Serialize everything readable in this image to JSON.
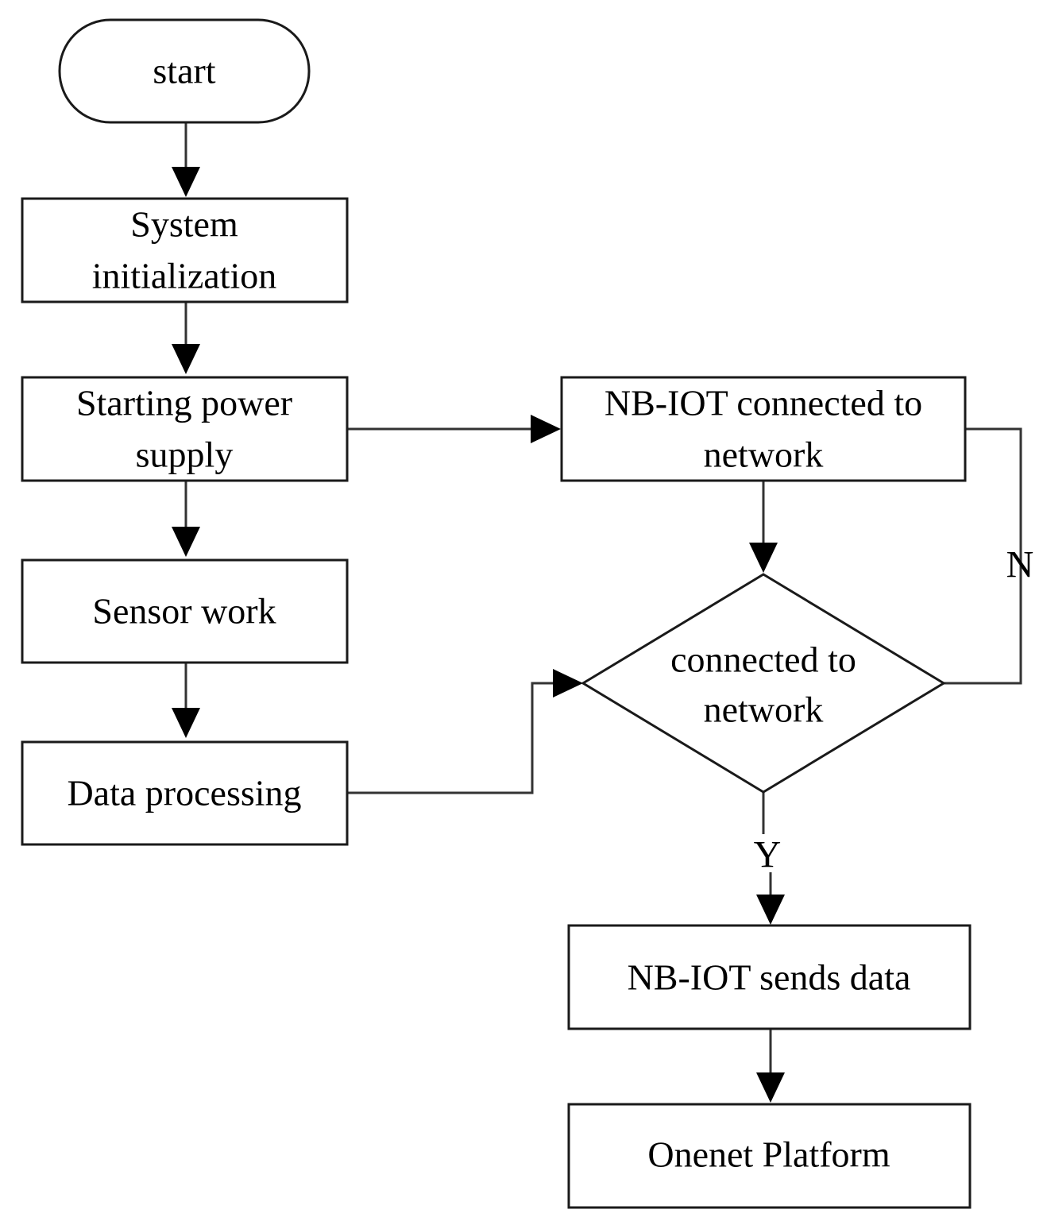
{
  "nodes": {
    "start": {
      "lines": [
        "start"
      ]
    },
    "system_init": {
      "lines": [
        "System",
        "initialization"
      ]
    },
    "power_supply": {
      "lines": [
        "Starting power",
        "supply"
      ]
    },
    "sensor_work": {
      "lines": [
        "Sensor work"
      ]
    },
    "data_processing": {
      "lines": [
        "Data processing"
      ]
    },
    "nbiot_connect": {
      "lines": [
        "NB-IOT connected to",
        "network"
      ]
    },
    "decision": {
      "lines": [
        "connected to",
        "network"
      ]
    },
    "nbiot_send": {
      "lines": [
        "NB-IOT sends data"
      ]
    },
    "onenet": {
      "lines": [
        "Onenet Platform"
      ]
    }
  },
  "edge_labels": {
    "no": "N",
    "yes": "Y"
  },
  "colors": {
    "stroke": "#1a1a1a",
    "edge": "#333333",
    "background": "#ffffff"
  }
}
